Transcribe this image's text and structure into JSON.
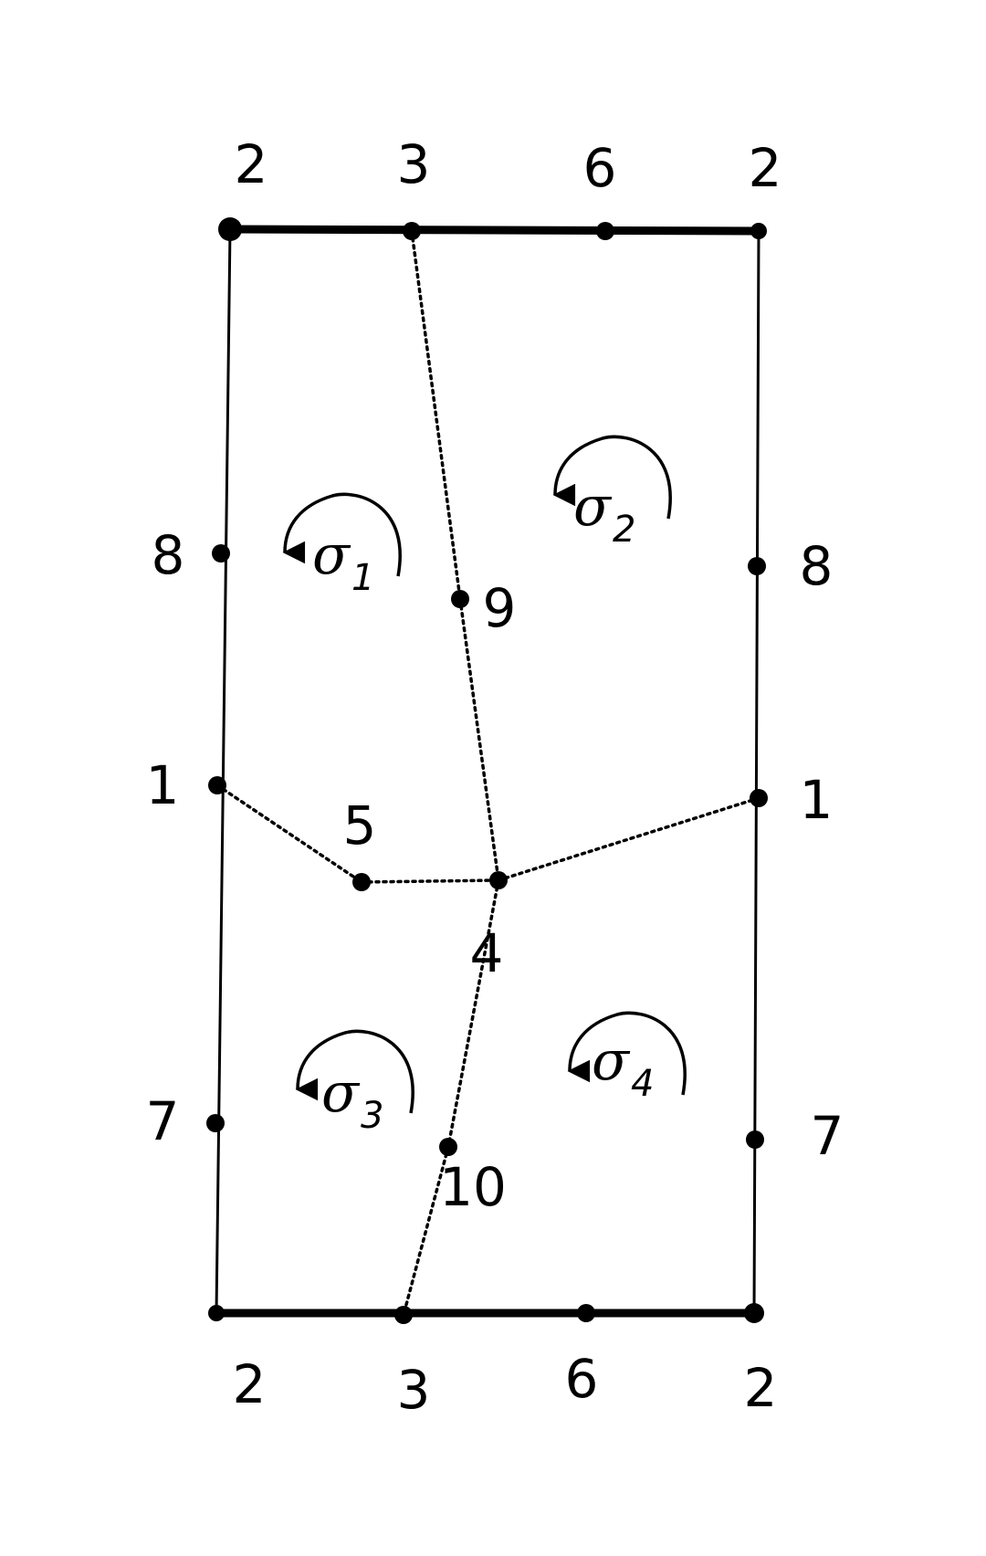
{
  "diagram": {
    "vertices": [
      {
        "id": "v2_tl",
        "label": "2"
      },
      {
        "id": "v3_t",
        "label": "3"
      },
      {
        "id": "v6_t",
        "label": "6"
      },
      {
        "id": "v2_tr",
        "label": "2"
      },
      {
        "id": "v8_l",
        "label": "8"
      },
      {
        "id": "v8_r",
        "label": "8"
      },
      {
        "id": "v9",
        "label": "9"
      },
      {
        "id": "v1_l",
        "label": "1"
      },
      {
        "id": "v1_r",
        "label": "1"
      },
      {
        "id": "v5",
        "label": "5"
      },
      {
        "id": "v4",
        "label": "4"
      },
      {
        "id": "v7_l",
        "label": "7"
      },
      {
        "id": "v7_r",
        "label": "7"
      },
      {
        "id": "v10",
        "label": "10"
      },
      {
        "id": "v2_bl",
        "label": "2"
      },
      {
        "id": "v3_b",
        "label": "3"
      },
      {
        "id": "v6_b",
        "label": "6"
      },
      {
        "id": "v2_br",
        "label": "2"
      }
    ],
    "edges": [
      {
        "from": "v2_tl",
        "to": "v2_tr",
        "style": "thick"
      },
      {
        "from": "v2_bl",
        "to": "v2_br",
        "style": "thick"
      },
      {
        "from": "v2_tl",
        "to": "v2_bl",
        "style": "solid"
      },
      {
        "from": "v2_tr",
        "to": "v2_br",
        "style": "solid"
      },
      {
        "from": "v3_t",
        "to": "v9",
        "style": "dotted"
      },
      {
        "from": "v9",
        "to": "v4",
        "style": "dotted"
      },
      {
        "from": "v4",
        "to": "v10",
        "style": "dotted"
      },
      {
        "from": "v10",
        "to": "v3_b",
        "style": "dotted"
      },
      {
        "from": "v1_l",
        "to": "v5",
        "style": "dotted"
      },
      {
        "from": "v5",
        "to": "v4",
        "style": "dotted"
      },
      {
        "from": "v4",
        "to": "v1_r",
        "style": "dotted"
      }
    ],
    "rotations": [
      {
        "symbol": "σ",
        "subscript": "1",
        "direction": "counterclockwise"
      },
      {
        "symbol": "σ",
        "subscript": "2",
        "direction": "counterclockwise"
      },
      {
        "symbol": "σ",
        "subscript": "3",
        "direction": "counterclockwise"
      },
      {
        "symbol": "σ",
        "subscript": "4",
        "direction": "counterclockwise"
      }
    ]
  }
}
